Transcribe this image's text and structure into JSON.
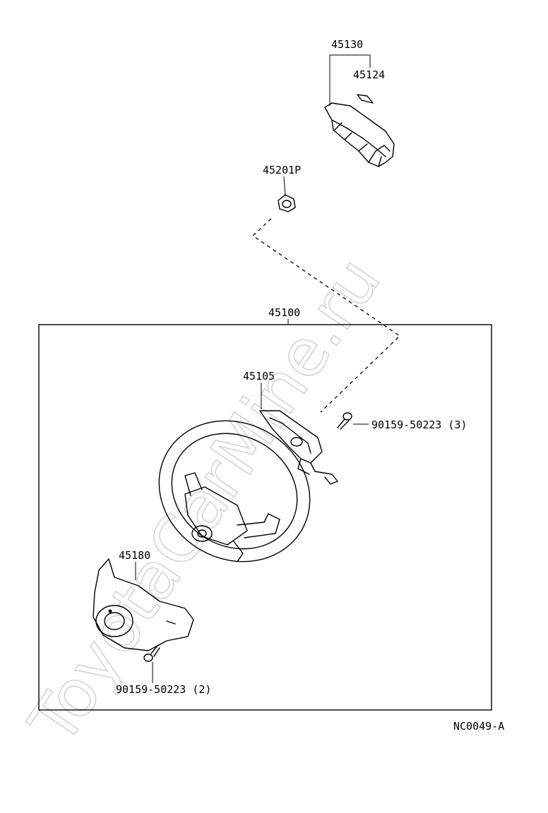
{
  "watermark": "ToyotaCarMine.ru",
  "parts": {
    "p45130": "45130",
    "p45124": "45124",
    "p45201p": "45201P",
    "p45100": "45100",
    "p45105": "45105",
    "screw_top": "90159-50223 (3)",
    "p45180": "45180",
    "screw_bottom": "90159-50223 (2)"
  },
  "drawing_code": "NC0049-A"
}
